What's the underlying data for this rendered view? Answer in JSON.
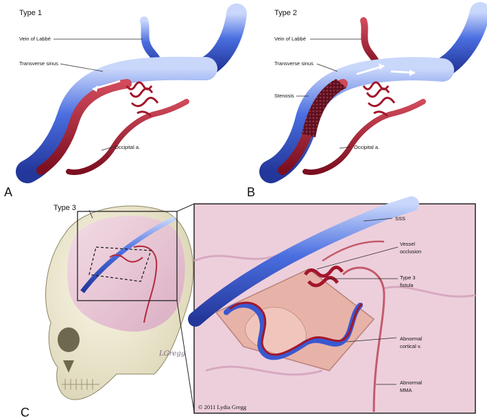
{
  "figure": {
    "panel_a": {
      "title": "Type 1",
      "letter": "A",
      "labels": {
        "vein_of_labbe": "Vein of Labbé",
        "transverse_sinus": "Transverse sinus",
        "occipital_artery": "Occipital a."
      }
    },
    "panel_b": {
      "title": "Type 2",
      "letter": "B",
      "labels": {
        "vein_of_labbe": "Vein of Labbé",
        "transverse_sinus": "Transverse sinus",
        "stenosis": "Stenosis",
        "occipital_artery": "Occipital a."
      }
    },
    "panel_c": {
      "title": "Type 3",
      "letter": "C",
      "labels": {
        "sss": "SSS",
        "vessel_occlusion_1": "Vessel",
        "vessel_occlusion_2": "occlusion",
        "type3_fistula_1": "Type 3",
        "type3_fistula_2": "fistula",
        "abnormal_cortical_1": "Abnormal",
        "abnormal_cortical_2": "cortical v.",
        "abnormal_mma_1": "Abnormal",
        "abnormal_mma_2": "MMA"
      },
      "credit": "© 2011 Lydia Gregg",
      "signature": "LGregg"
    },
    "colors": {
      "vein_blue": "#3f63d6",
      "artery_red": "#a3162a",
      "brain_pink": "#e9c7d6"
    }
  }
}
